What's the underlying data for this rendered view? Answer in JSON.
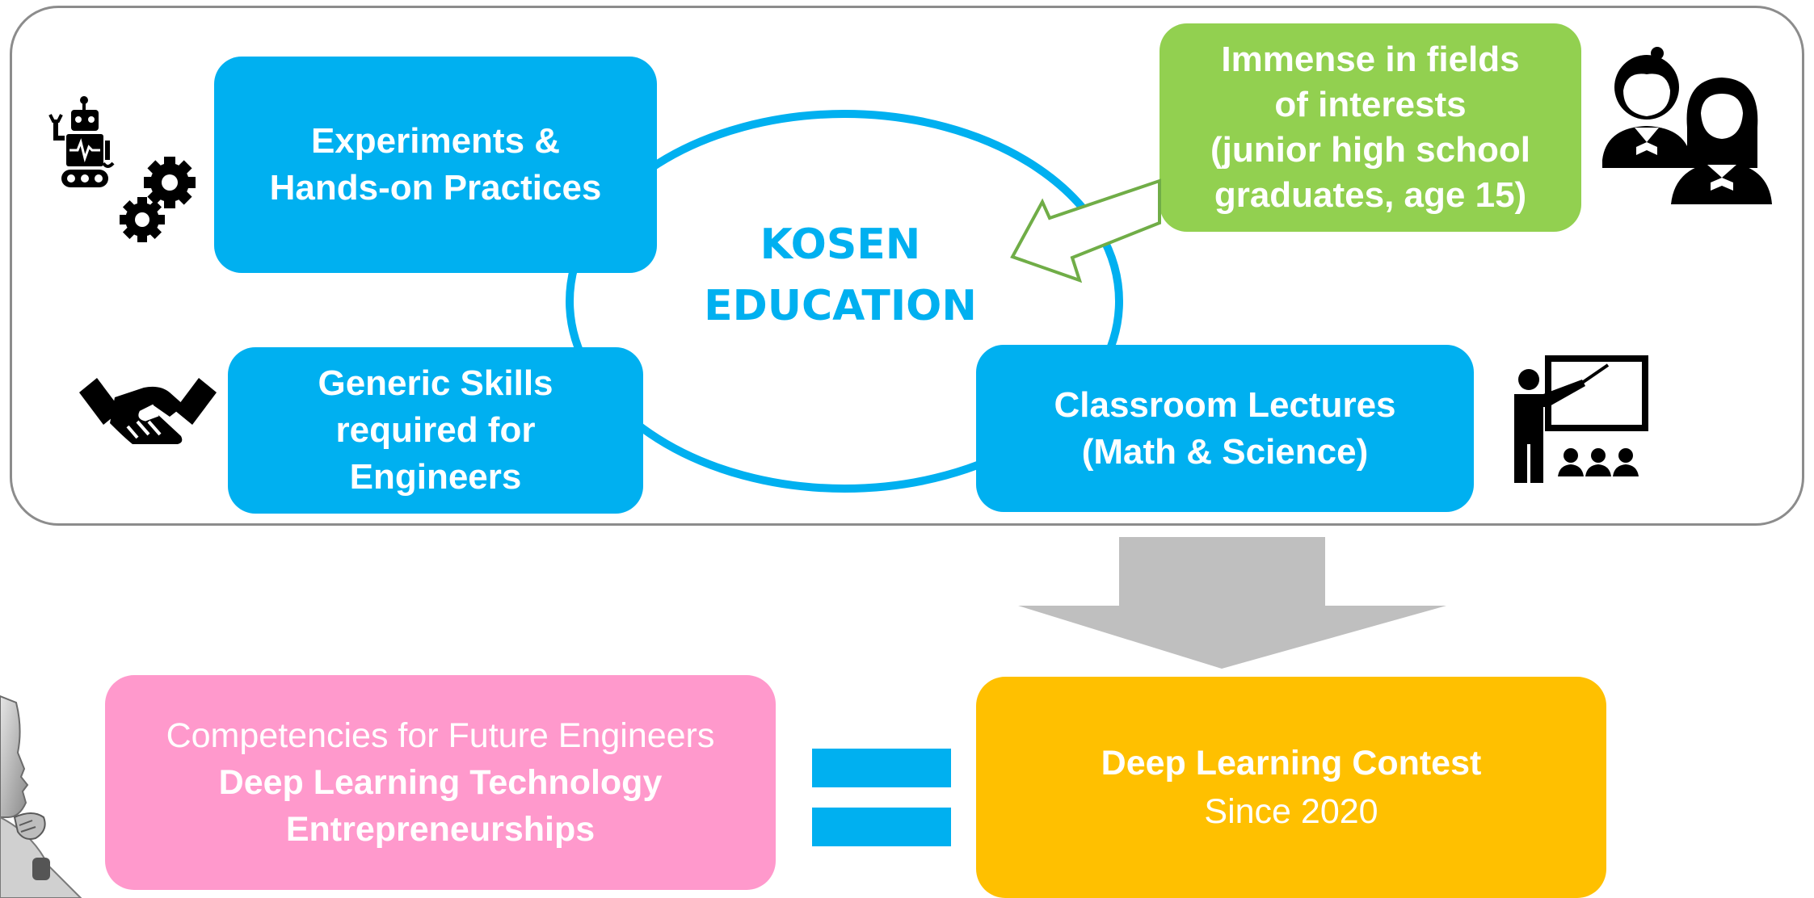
{
  "center": {
    "line1": "KOSEN",
    "line2": "EDUCATION"
  },
  "boxes": {
    "experiments": {
      "line1": "Experiments &",
      "line2": "Hands-on Practices"
    },
    "interests": {
      "line1": "Immense in fields",
      "line2": "of interests",
      "line3": "(junior high school",
      "line4": "graduates, age 15)"
    },
    "generic": {
      "line1": "Generic Skills",
      "line2": "required for",
      "line3": "Engineers"
    },
    "lectures": {
      "line1": "Classroom Lectures",
      "line2": "(Math & Science)"
    },
    "competencies": {
      "line1": "Competencies for Future Engineers",
      "line2": "Deep Learning Technology",
      "line3": "Entrepreneurships"
    },
    "contest": {
      "line1": "Deep Learning Contest",
      "line2": "Since 2020"
    }
  },
  "icons": [
    "robot-icon",
    "gears-icon",
    "students-icon",
    "handshake-icon",
    "teacher-icon",
    "thinking-person-icon"
  ],
  "colors": {
    "blue": "#00b0f0",
    "green": "#92d050",
    "pink": "#ff99cc",
    "orange": "#ffc000",
    "gray_arrow": "#bfbfbf",
    "frame": "#8c8c8c"
  }
}
